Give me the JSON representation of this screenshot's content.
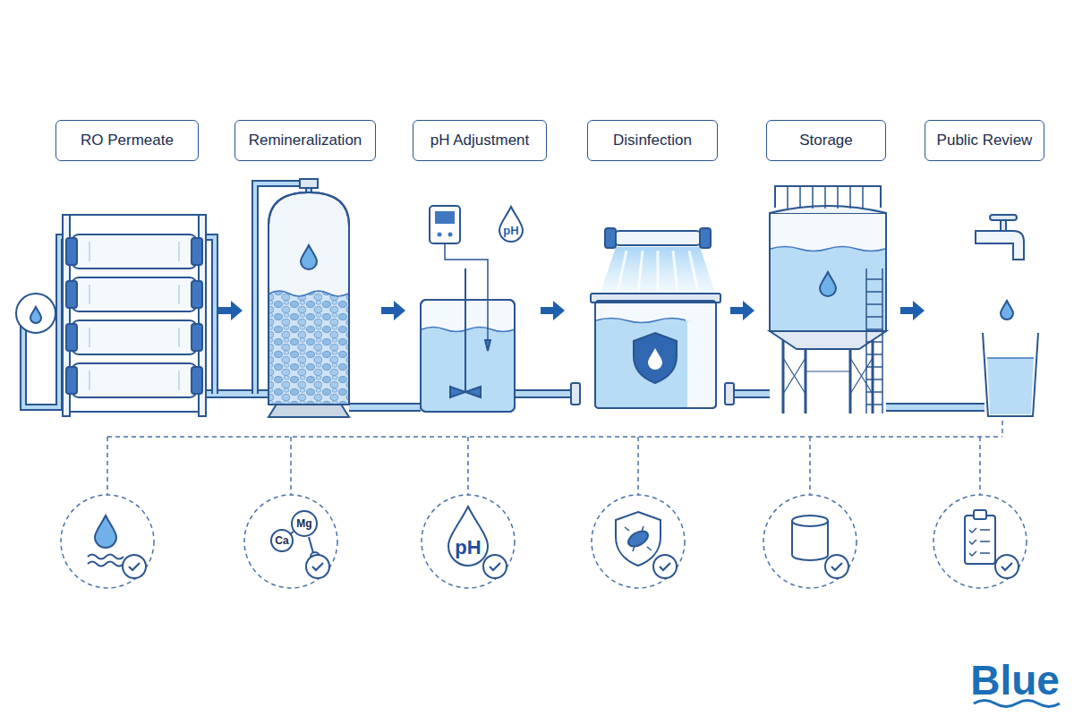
{
  "diagram": {
    "nodes": [
      {
        "text": [
          "RO Permeate"
        ]
      },
      {
        "text": [
          "Remineralization"
        ]
      },
      {
        "text": [
          "pH Adjustment"
        ]
      },
      {
        "text": [
          "Disinfection"
        ]
      },
      {
        "text": [
          "Storage"
        ]
      },
      {
        "text": [
          "Public Review"
        ]
      }
    ],
    "labels": [
      "pH",
      "Mg",
      "Ca",
      "pH",
      "Blue"
    ]
  }
}
